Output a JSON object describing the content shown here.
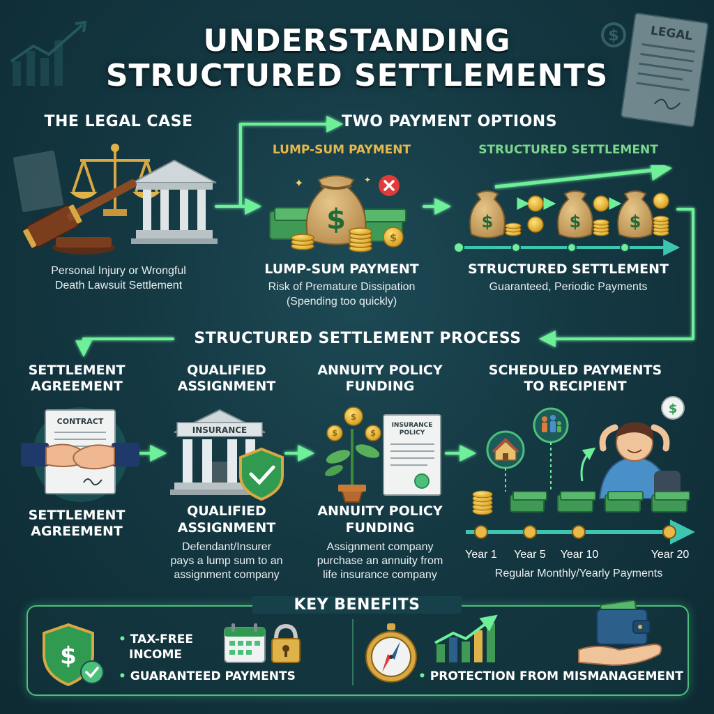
{
  "title": {
    "line1": "UNDERSTANDING",
    "line2": "STRUCTURED SETTLEMENTS"
  },
  "legal_case": {
    "heading": "THE LEGAL CASE",
    "caption_line1": "Personal Injury or Wrongful",
    "caption_line2": "Death Lawsuit Settlement"
  },
  "payment_options": {
    "heading": "TWO PAYMENT OPTIONS",
    "lump_sum": {
      "label": "LUMP-SUM PAYMENT",
      "title": "LUMP-SUM PAYMENT",
      "desc_line1": "Risk of Premature Dissipation",
      "desc_line2": "(Spending too quickly)"
    },
    "structured": {
      "label": "STRUCTURED SETTLEMENT",
      "title": "STRUCTURED SETTLEMENT",
      "desc": "Guaranteed, Periodic Payments"
    }
  },
  "process": {
    "heading": "STRUCTURED SETTLEMENT PROCESS",
    "steps": [
      {
        "title_line1": "SETTLEMENT",
        "title_line2": "AGREEMENT",
        "caption_line1": "SETTLEMENT",
        "caption_line2": "AGREEMENT",
        "icon_text": "CONTRACT"
      },
      {
        "title_line1": "QUALIFIED",
        "title_line2": "ASSIGNMENT",
        "caption_line1": "QUALIFIED",
        "caption_line2": "ASSIGNMENT",
        "icon_text": "INSURANCE",
        "desc_line1": "Defendant/Insurer",
        "desc_line2": "pays a lump sum to an",
        "desc_line3": "assignment company"
      },
      {
        "title_line1": "ANNUITY POLICY",
        "title_line2": "FUNDING",
        "caption_line1": "ANNUITY POLICY",
        "caption_line2": "FUNDING",
        "icon_text_line1": "INSURANCE",
        "icon_text_line2": "POLICY",
        "desc_line1": "Assignment company",
        "desc_line2": "purchase an annuity from",
        "desc_line3": "life insurance company"
      },
      {
        "title_line1": "SCHEDULED PAYMENTS",
        "title_line2": "TO RECIPIENT"
      }
    ],
    "timeline_years": [
      "Year 1",
      "Year 5",
      "Year 10",
      "Year 20"
    ],
    "timeline_caption": "Regular Monthly/Yearly Payments"
  },
  "decor": {
    "legal_doc_text": "LEGAL"
  },
  "key_benefits": {
    "heading": "KEY BENEFITS",
    "items": [
      {
        "line1": "TAX-FREE",
        "line2": "INCOME"
      },
      {
        "line1": "GUARANTEED PAYMENTS"
      },
      {
        "line1": "PROTECTION FROM MISMANAGEMENT"
      }
    ]
  },
  "colors": {
    "background": "#143842",
    "accent_green": "#5fe08a",
    "gold": "#e8b84a",
    "money_green": "#3f9a55",
    "blue": "#2c5f8a"
  }
}
